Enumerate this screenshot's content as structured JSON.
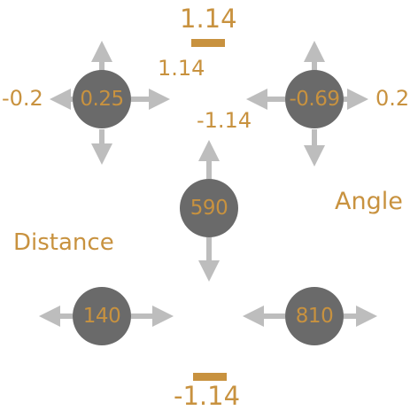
{
  "colors": {
    "accent": "#c8923f",
    "node_fill": "#6a6a6a",
    "arrow": "#bdbdbd"
  },
  "nodes": {
    "top_left": "0.25",
    "top_right": "-0.69",
    "center": "590",
    "bottom_left": "140",
    "bottom_right": "810"
  },
  "labels": {
    "top_value": "1.14",
    "bottom_value": "-1.14",
    "upper_inner": "1.14",
    "lower_inner": "-1.14",
    "left_value": "-0.2",
    "right_value": "0.2",
    "distance": "Distance",
    "angle": "Angle"
  }
}
